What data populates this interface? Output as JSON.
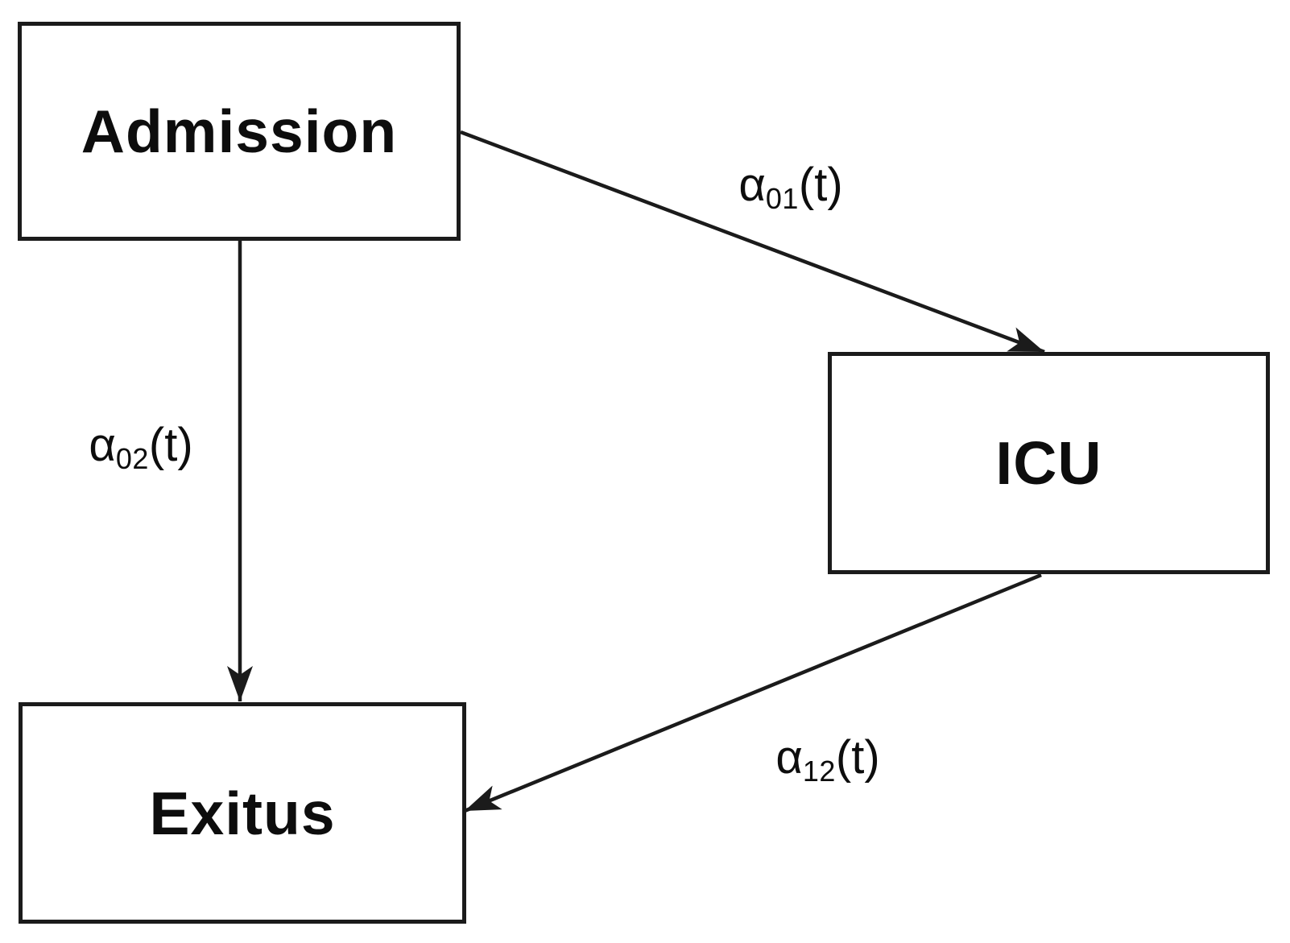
{
  "diagram": {
    "type": "state-transition-diagram",
    "nodes": {
      "admission": {
        "label": "Admission"
      },
      "icu": {
        "label": "ICU"
      },
      "exitus": {
        "label": "Exitus"
      }
    },
    "edges": {
      "a01": {
        "from": "Admission",
        "to": "ICU",
        "symbol": "α",
        "sub": "01",
        "suffix": "(t)"
      },
      "a02": {
        "from": "Admission",
        "to": "Exitus",
        "symbol": "α",
        "sub": "02",
        "suffix": "(t)"
      },
      "a12": {
        "from": "ICU",
        "to": "Exitus",
        "symbol": "α",
        "sub": "12",
        "suffix": "(t)"
      }
    },
    "colors": {
      "line": "#1b1b1b",
      "text": "#0d0d0d",
      "background": "#ffffff"
    }
  }
}
